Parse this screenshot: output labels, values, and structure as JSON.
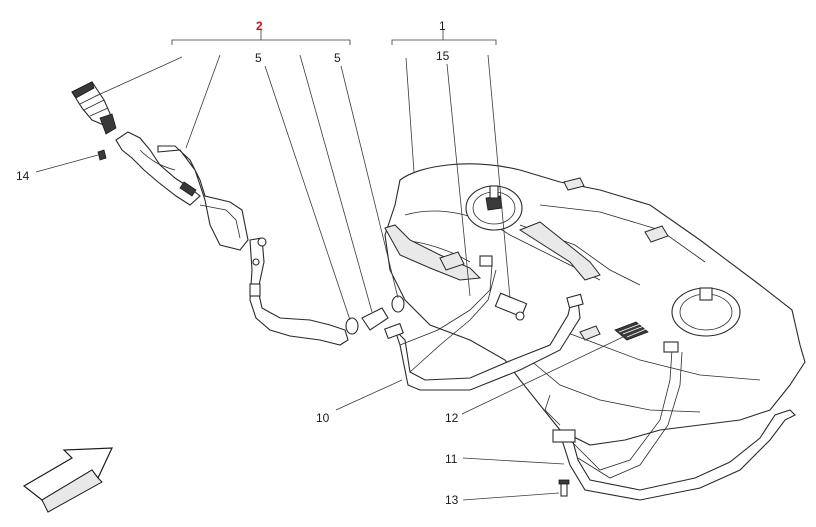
{
  "callouts": {
    "c2": "2",
    "c1": "1",
    "c5a": "5",
    "c5b": "5",
    "c15": "15",
    "c14": "14",
    "c10": "10",
    "c12": "12",
    "c11": "11",
    "c13": "13"
  },
  "colors": {
    "highlight": "#d0101a",
    "line": "#2a2a2a",
    "background": "#ffffff"
  },
  "icons": {
    "direction": "direction-arrow-icon"
  }
}
